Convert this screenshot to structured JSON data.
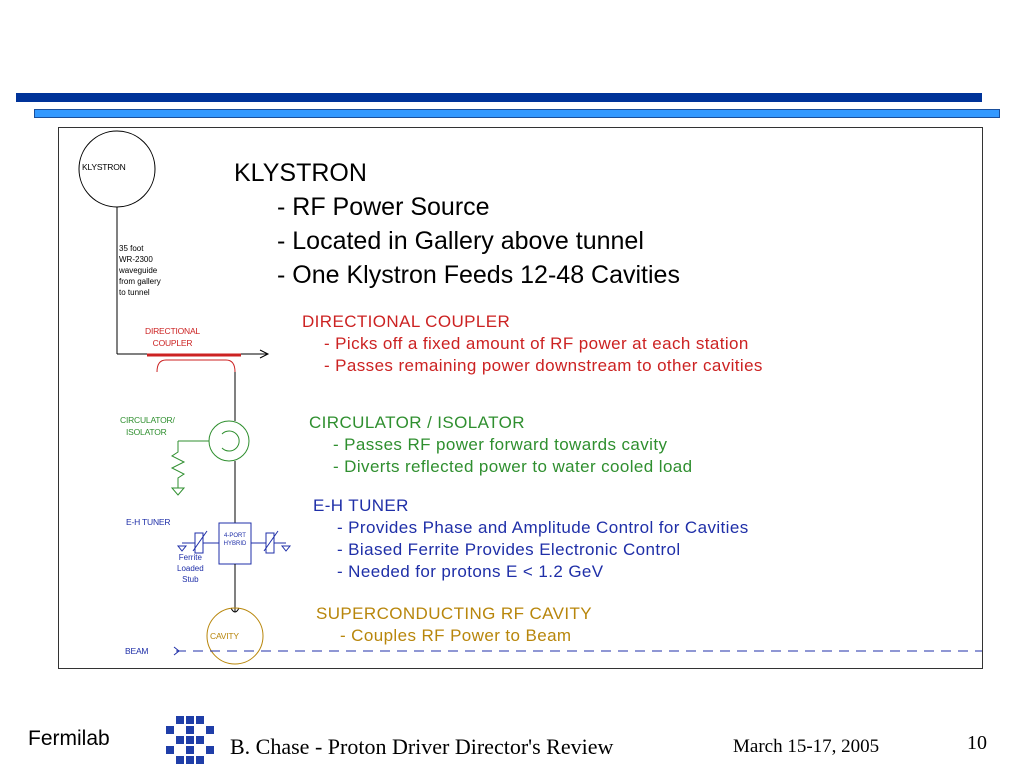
{
  "diagram": {
    "klystron_label": "KLYSTRON",
    "waveguide_note": [
      "35 foot",
      "WR-2300",
      "waveguide",
      "from gallery",
      "to tunnel"
    ],
    "directional_label": [
      "DIRECTIONAL",
      "COUPLER"
    ],
    "circulator_label": [
      "CIRCULATOR/",
      "ISOLATOR"
    ],
    "ehtuner_label": "E-H TUNER",
    "hybrid_label": [
      "4-PORT",
      "HYBRID"
    ],
    "ferrite_note": [
      "Ferrite",
      "Loaded",
      "Stub"
    ],
    "cavity_label": "CAVITY",
    "beam_label": "BEAM"
  },
  "content": {
    "klystron": {
      "title": "KLYSTRON",
      "items": [
        "- RF Power Source",
        "- Located in Gallery above tunnel",
        "- One Klystron Feeds 12-48 Cavities"
      ]
    },
    "coupler": {
      "title": "DIRECTIONAL COUPLER",
      "items": [
        "- Picks off a fixed amount of RF power at each station",
        "- Passes remaining power downstream to other cavities"
      ]
    },
    "circulator": {
      "title": "CIRCULATOR / ISOLATOR",
      "items": [
        "- Passes RF power forward towards cavity",
        "- Diverts reflected power to water cooled load"
      ]
    },
    "tuner": {
      "title": "E-H TUNER",
      "items": [
        "- Provides Phase and Amplitude Control for Cavities",
        "- Biased Ferrite Provides Electronic Control",
        "- Needed for protons E < 1.2 GeV"
      ]
    },
    "cavity": {
      "title": "SUPERCONDUCTING RF CAVITY",
      "items": [
        "- Couples RF Power to Beam"
      ]
    }
  },
  "footer": {
    "org": "Fermilab",
    "center": "B. Chase - Proton Driver Director's Review",
    "date": "March 15-17, 2005",
    "page": "10"
  },
  "colors": {
    "dark_bar": "#003399",
    "light_bar": "#3399ff",
    "coupler": "#cc2222",
    "circulator": "#2f8f2f",
    "tuner": "#1f2fa8",
    "cavity": "#b8860b",
    "logo": "#1f3ea8"
  }
}
